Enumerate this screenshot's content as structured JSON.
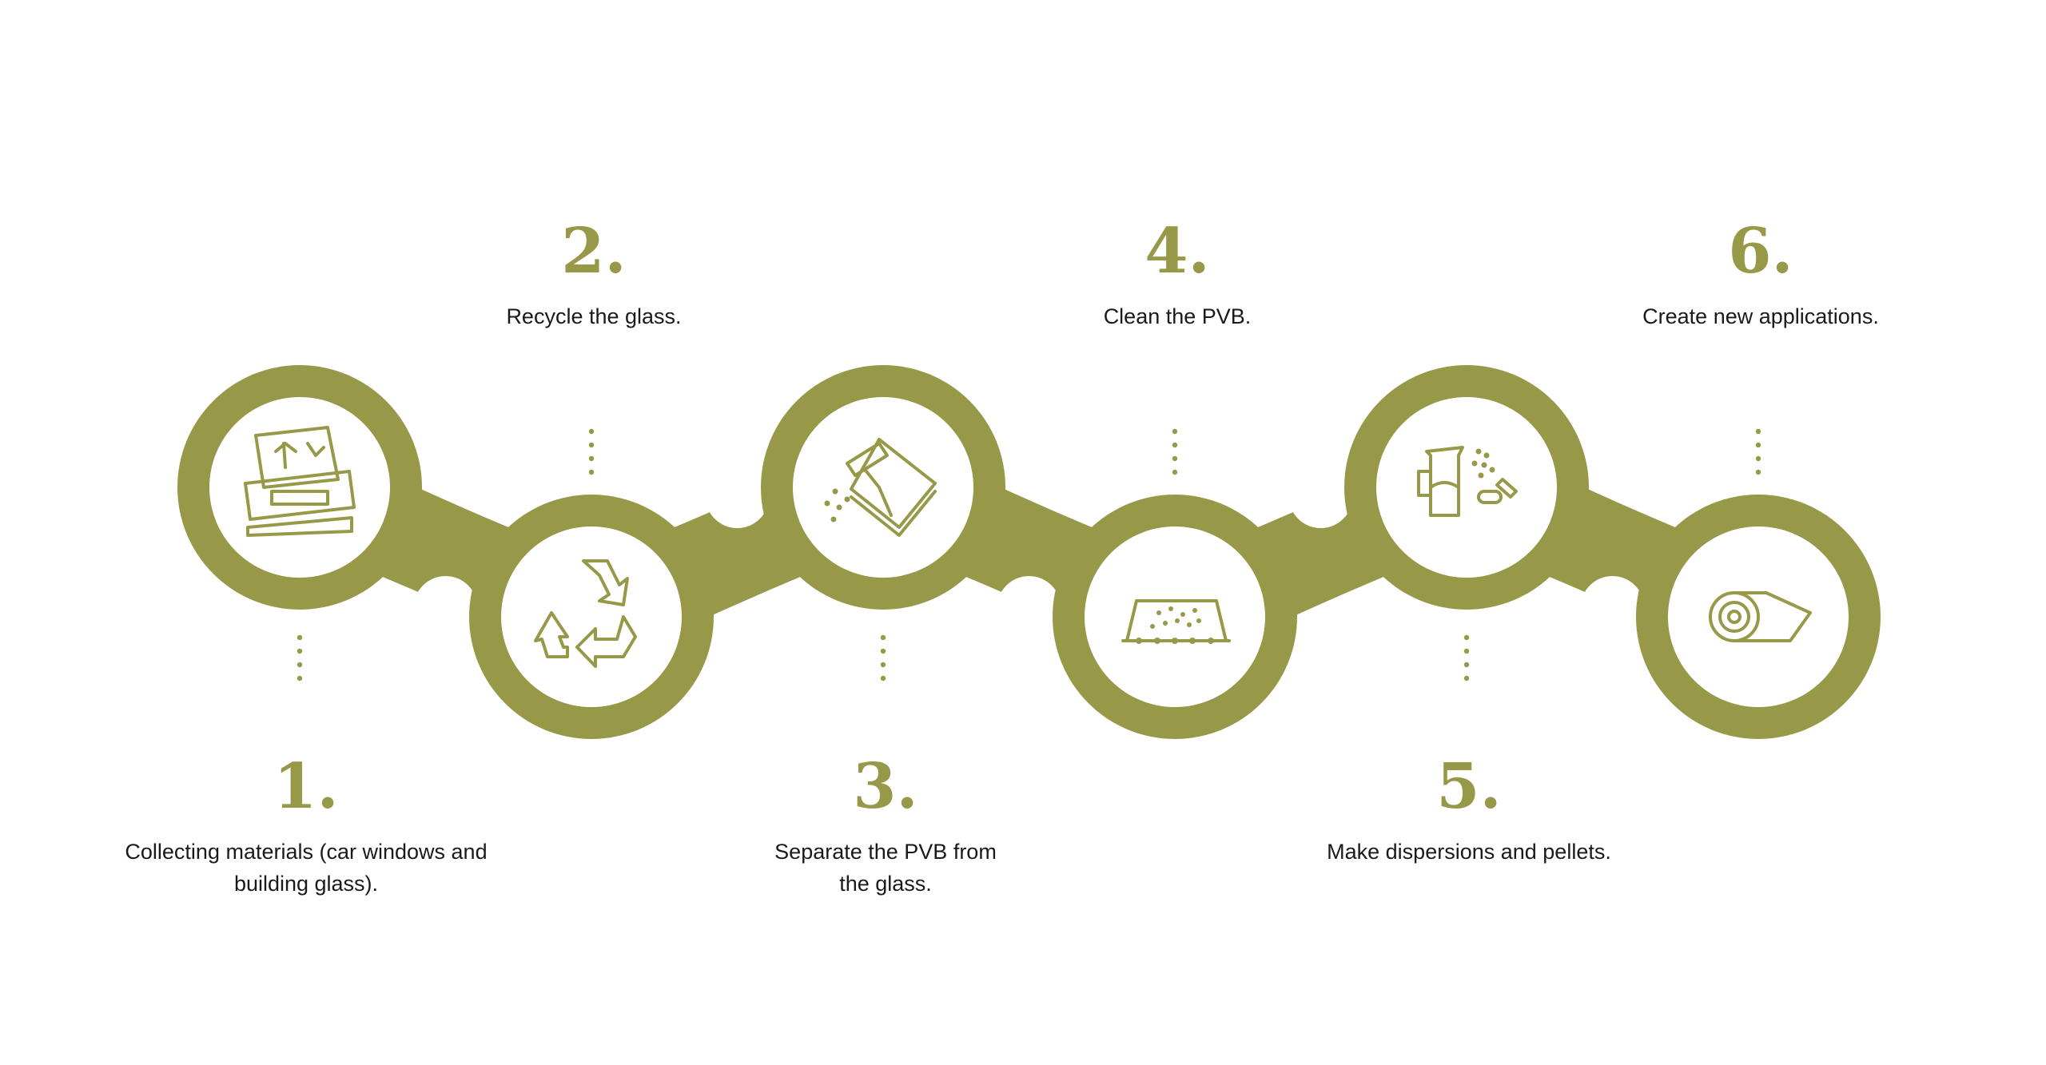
{
  "colors": {
    "accent": "#989849",
    "background": "#ffffff",
    "text": "#1a1a1a"
  },
  "steps": [
    {
      "number": "1.",
      "text": "Collecting materials (car windows and building glass).",
      "icon": "car-windshield-icon"
    },
    {
      "number": "2.",
      "text": "Recycle the glass.",
      "icon": "recycle-icon"
    },
    {
      "number": "3.",
      "text": "Separate the PVB from the glass.",
      "icon": "separation-scraper-icon"
    },
    {
      "number": "4.",
      "text": "Clean the PVB.",
      "icon": "filter-cleaning-icon"
    },
    {
      "number": "5.",
      "text": "Make dispersions and pellets.",
      "icon": "beaker-pellets-icon"
    },
    {
      "number": "6.",
      "text": "Create new applications.",
      "icon": "film-roll-icon"
    }
  ]
}
